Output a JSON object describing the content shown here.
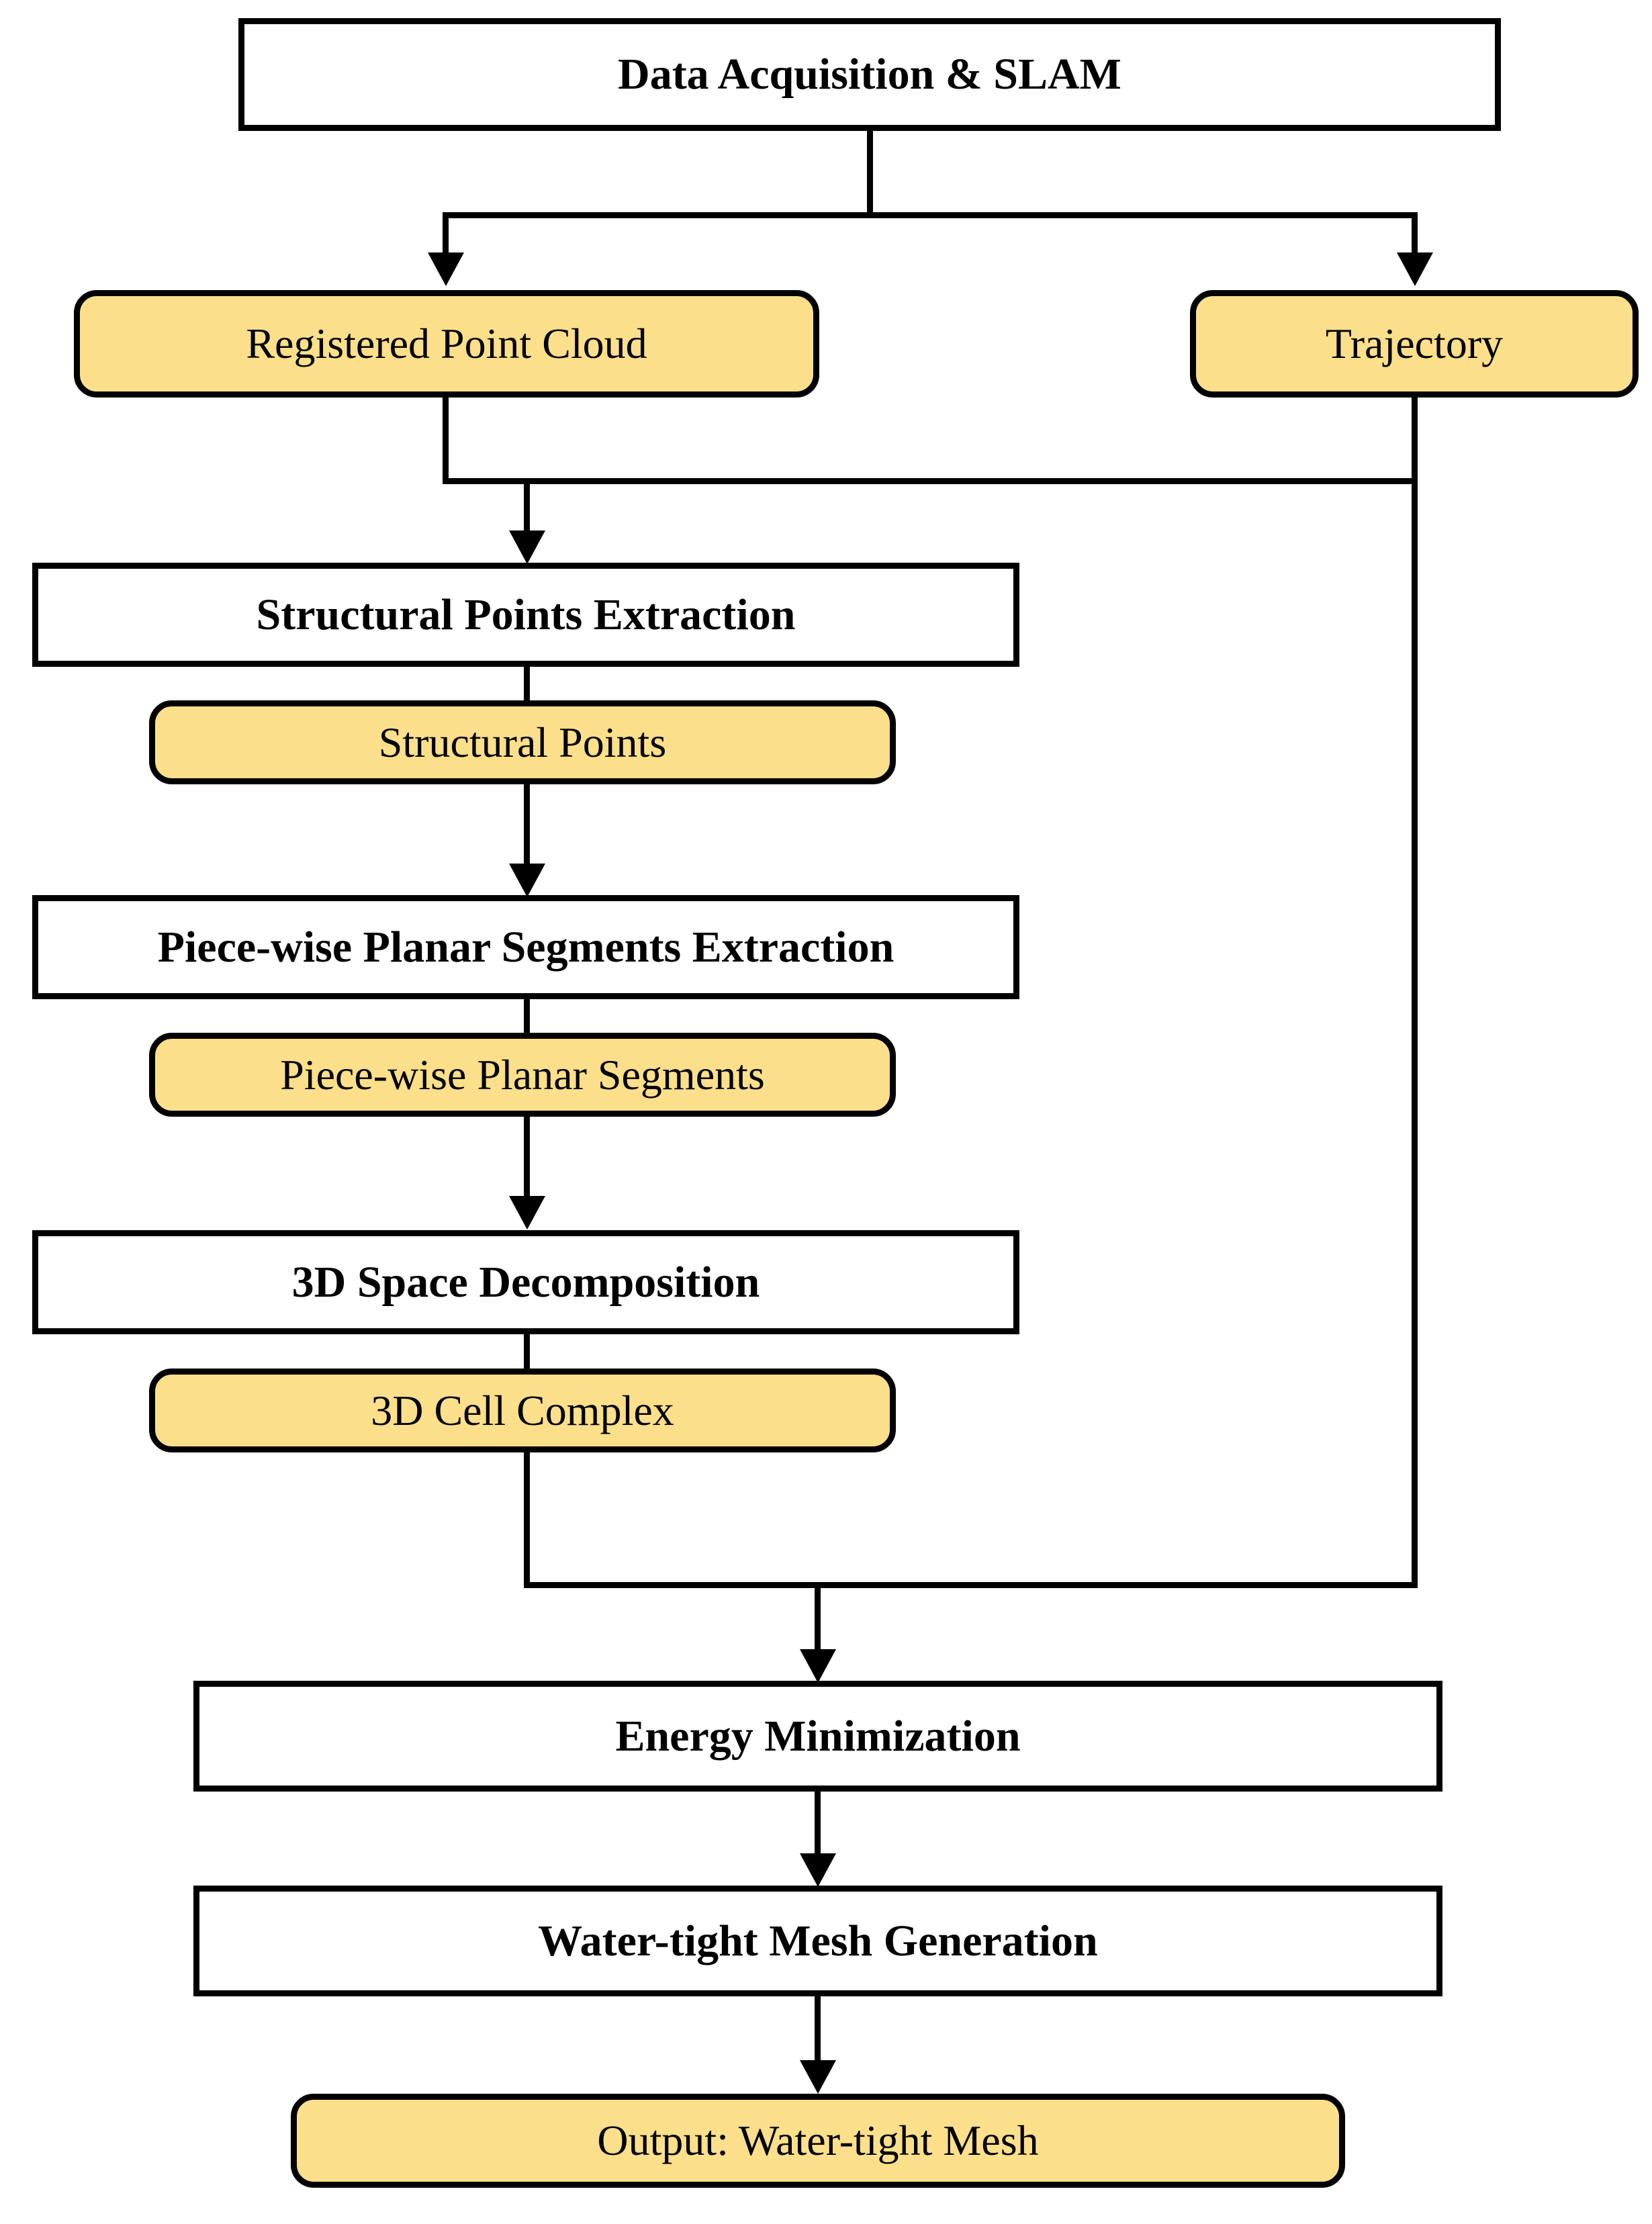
{
  "diagram": {
    "title": "Pipeline flowchart: Data Acquisition & SLAM to Water-tight Mesh",
    "colors": {
      "process_fill": "#ffffff",
      "data_fill": "#fbdf8a",
      "stroke": "#000000",
      "text": "#000000"
    },
    "nodes": [
      {
        "id": "data-acquisition-slam",
        "label": "Data Acquisition & SLAM",
        "type": "process"
      },
      {
        "id": "registered-point-cloud",
        "label": "Registered Point Cloud",
        "type": "data"
      },
      {
        "id": "trajectory",
        "label": "Trajectory",
        "type": "data"
      },
      {
        "id": "structural-points-extraction",
        "label": "Structural Points Extraction",
        "type": "process"
      },
      {
        "id": "structural-points",
        "label": "Structural Points",
        "type": "data"
      },
      {
        "id": "piecewise-planar-segments-extraction",
        "label": "Piece-wise Planar Segments Extraction",
        "type": "process"
      },
      {
        "id": "piecewise-planar-segments",
        "label": "Piece-wise Planar Segments",
        "type": "data"
      },
      {
        "id": "3d-space-decomposition",
        "label": "3D Space Decomposition",
        "type": "process"
      },
      {
        "id": "3d-cell-complex",
        "label": "3D Cell Complex",
        "type": "data"
      },
      {
        "id": "energy-minimization",
        "label": "Energy Minimization",
        "type": "process"
      },
      {
        "id": "water-tight-mesh-generation",
        "label": "Water-tight Mesh Generation",
        "type": "process"
      },
      {
        "id": "output-water-tight-mesh",
        "label": "Output: Water-tight Mesh",
        "type": "data"
      }
    ],
    "edges": [
      {
        "from": "data-acquisition-slam",
        "to": "registered-point-cloud"
      },
      {
        "from": "data-acquisition-slam",
        "to": "trajectory"
      },
      {
        "from": "registered-point-cloud",
        "to": "structural-points-extraction"
      },
      {
        "from": "structural-points-extraction",
        "to": "structural-points"
      },
      {
        "from": "structural-points",
        "to": "piecewise-planar-segments-extraction"
      },
      {
        "from": "piecewise-planar-segments-extraction",
        "to": "piecewise-planar-segments"
      },
      {
        "from": "piecewise-planar-segments",
        "to": "3d-space-decomposition"
      },
      {
        "from": "3d-space-decomposition",
        "to": "3d-cell-complex"
      },
      {
        "from": "3d-cell-complex",
        "to": "energy-minimization"
      },
      {
        "from": "trajectory",
        "to": "energy-minimization"
      },
      {
        "from": "energy-minimization",
        "to": "water-tight-mesh-generation"
      },
      {
        "from": "water-tight-mesh-generation",
        "to": "output-water-tight-mesh"
      }
    ]
  }
}
